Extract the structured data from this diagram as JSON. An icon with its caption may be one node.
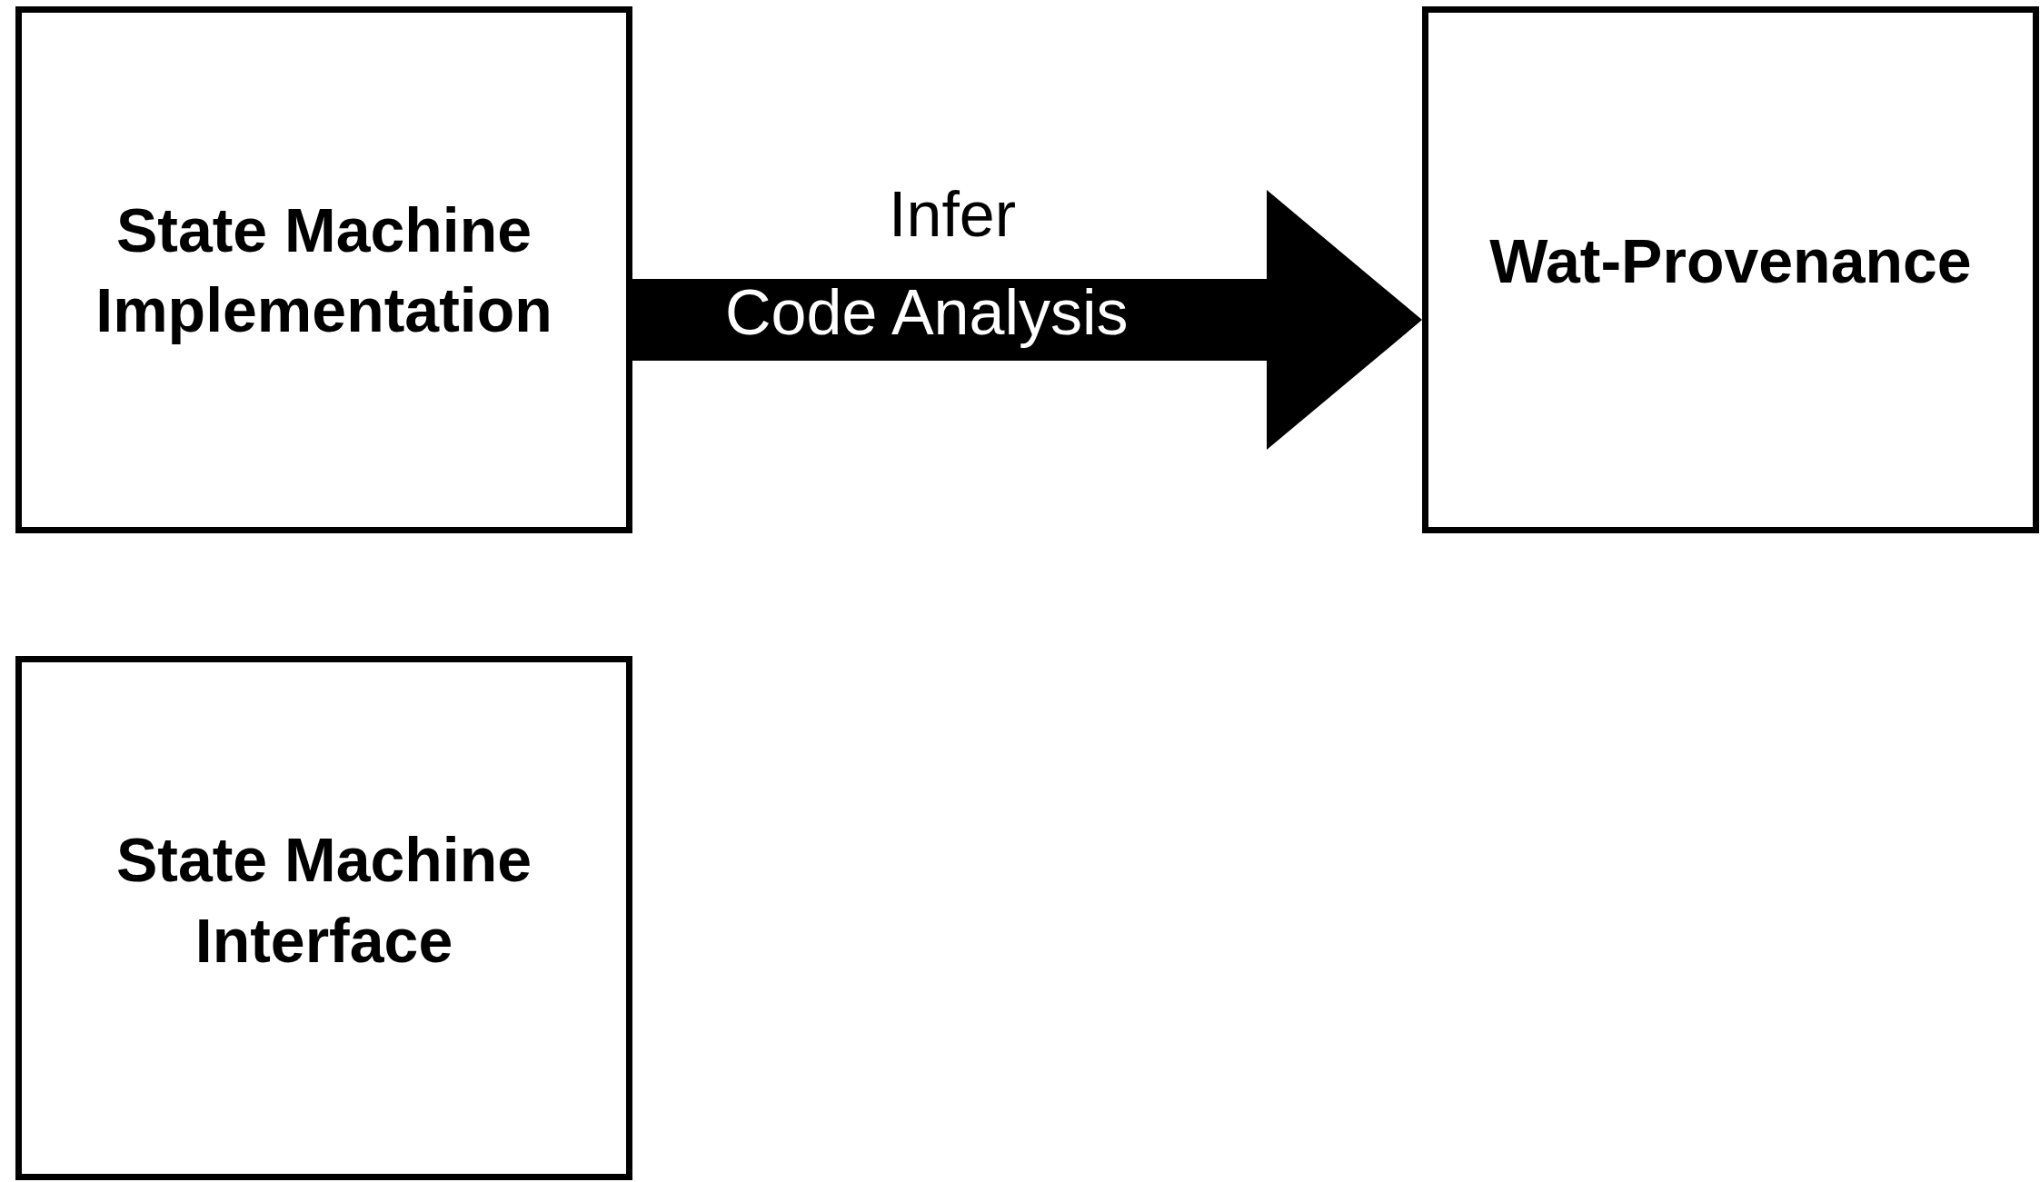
{
  "diagram": {
    "nodes": [
      {
        "text": [
          "State Machine Implementation"
        ]
      },
      {
        "text": [
          "Wat-Provenance"
        ]
      },
      {
        "text": [
          "State Machine Interface"
        ]
      }
    ],
    "edges": [
      {
        "from": 0,
        "to": 1,
        "arrow": "to",
        "label": "Code Analysis",
        "style": "thick"
      }
    ],
    "labels": [
      "Infer"
    ]
  }
}
